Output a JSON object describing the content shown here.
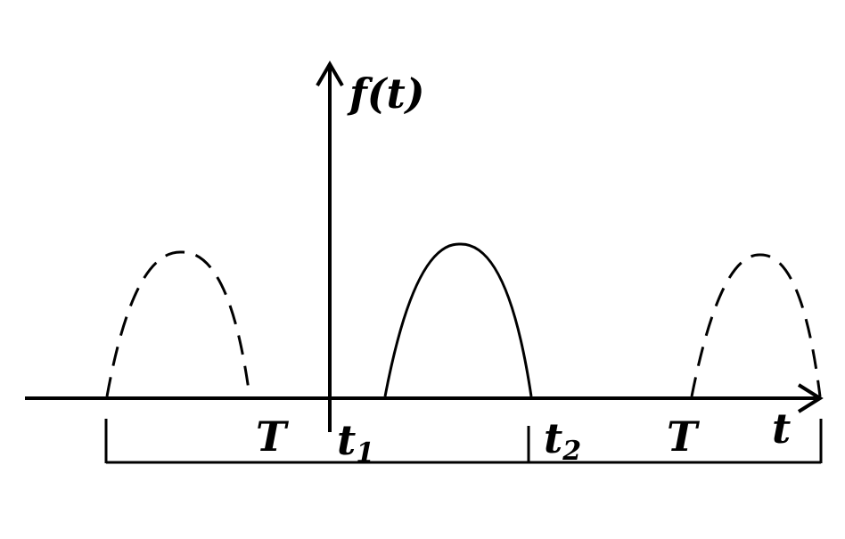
{
  "labels": {
    "y_axis": "f(t)",
    "x_axis": "t",
    "period_left": "T",
    "t1_base": "t",
    "t1_sub": "1",
    "t2_base": "t",
    "t2_sub": "2",
    "period_right": "T"
  },
  "colors": {
    "stroke": "#000000",
    "background": "#ffffff"
  }
}
